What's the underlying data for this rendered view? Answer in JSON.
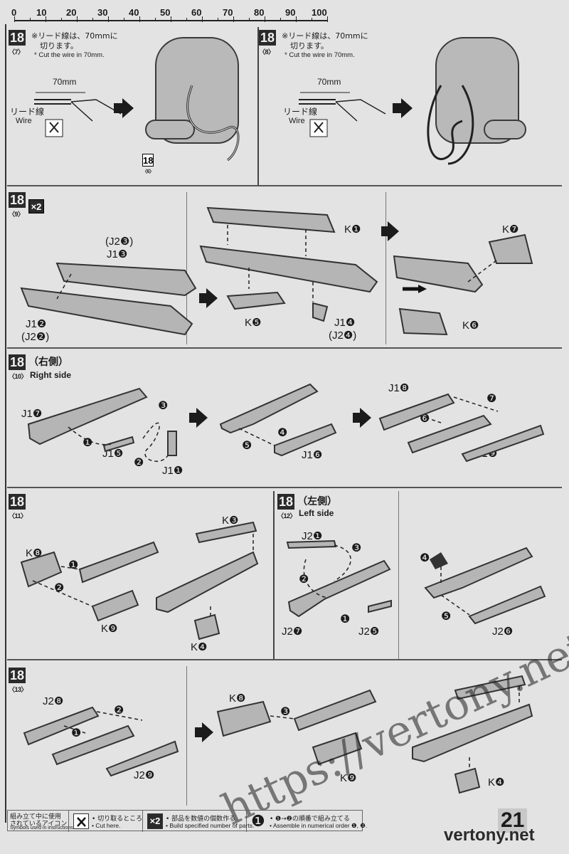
{
  "ruler": {
    "labels": [
      "0",
      "10",
      "20",
      "30",
      "40",
      "50",
      "60",
      "70",
      "80",
      "90",
      "100"
    ]
  },
  "steps": {
    "s7": {
      "num": "18",
      "sub": "〈7〉",
      "note_jp_1": "※リード線は、70mmに",
      "note_jp_2": "切ります。",
      "note_en": "* Cut the wire in 70mm.",
      "measure": "70mm",
      "wire_jp": "リード線",
      "wire_en": "Wire",
      "ref_num": "18",
      "ref_sub": "〈6〉"
    },
    "s8": {
      "num": "18",
      "sub": "〈8〉",
      "note_jp_1": "※リード線は、70mmに",
      "note_jp_2": "切ります。",
      "note_en": "* Cut the wire in 70mm.",
      "measure": "70mm",
      "wire_jp": "リード線",
      "wire_en": "Wire"
    },
    "s9": {
      "num": "18",
      "sub": "〈9〉",
      "qty": "×2",
      "labels": {
        "j2_3": "(J2❸)",
        "j1_3": "J1❸",
        "j1_2": "J1❷",
        "j2_2": "(J2❷)",
        "k1": "K❶",
        "k5": "K❺",
        "j1_4": "J1❹",
        "j2_4": "(J2❹)",
        "k7": "K❼",
        "k6": "K❻"
      }
    },
    "s10": {
      "num": "18",
      "sub": "〈10〉",
      "side_jp": "（右側）",
      "side_en": "Right side",
      "labels": {
        "j1_7": "J1❼",
        "j1_5": "J1❺",
        "j1_1": "J1❶",
        "j1_6": "J1❻",
        "j1_8": "J1❽",
        "j1_9": "J1❾"
      },
      "order": [
        "❶",
        "❷",
        "❸",
        "❹",
        "❺",
        "❻",
        "❼"
      ]
    },
    "s11": {
      "num": "18",
      "sub": "〈11〉",
      "labels": {
        "k8": "K❽",
        "k9": "K❾",
        "k3": "K❸",
        "k4": "K❹"
      },
      "order": [
        "❶",
        "❷"
      ]
    },
    "s12": {
      "num": "18",
      "sub": "〈12〉",
      "side_jp": "（左側）",
      "side_en": "Left side",
      "labels": {
        "j2_1": "J2❶",
        "j2_7": "J2❼",
        "j2_5": "J2❺",
        "j2_6": "J2❻"
      },
      "order": [
        "❶",
        "❷",
        "❸",
        "❹",
        "❺"
      ]
    },
    "s13": {
      "num": "18",
      "sub": "〈13〉",
      "labels": {
        "j2_8": "J2❽",
        "j2_9": "J2❾",
        "k8": "K❽",
        "k9": "K❾",
        "k4": "K❹"
      },
      "order": [
        "❶",
        "❷",
        "❸"
      ]
    }
  },
  "legend": {
    "title_jp_1": "組み立て中に使用",
    "title_jp_2": "されているアイコン",
    "title_en": "Symbols used in instructions",
    "cut_jp": "• 切り取るところ",
    "cut_en": "• Cut here.",
    "qty_icon": "×2",
    "qty_jp": "• 部品を数値の個数作る",
    "qty_en": "• Build specified number of parts.",
    "order_icon": "❶",
    "order_jp": "• ❶→❷の順番で組み立てる",
    "order_en": "• Assemble in numerical order ❶, ❷."
  },
  "page_number": "21",
  "watermark": "https://vertony.net/",
  "watermark_small": "vertony.net"
}
